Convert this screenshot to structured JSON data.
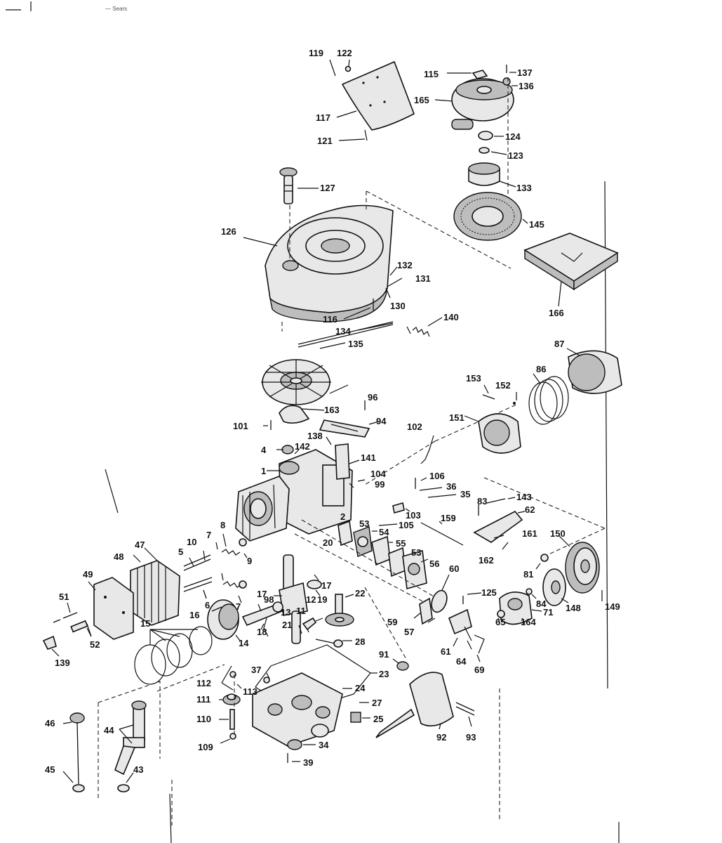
{
  "header": {
    "text": "— Sears"
  },
  "labels": {
    "l119": "119",
    "l122": "122",
    "l117": "117",
    "l121": "121",
    "l115": "115",
    "l137": "137",
    "l136": "136",
    "l165": "165",
    "l124": "124",
    "l123": "123",
    "l133": "133",
    "l145": "145",
    "l166": "166",
    "l127": "127",
    "l126": "126",
    "l132": "132",
    "l131": "131",
    "l130": "130",
    "l116": "116",
    "l134": "134",
    "l135": "135",
    "l140": "140",
    "l87": "87",
    "l86": "86",
    "l153": "153",
    "l152": "152",
    "l151": "151",
    "l96": "96",
    "l163": "163",
    "l101": "101",
    "l94": "94",
    "l4": "4",
    "l142": "142",
    "l138": "138",
    "l141": "141",
    "l102": "102",
    "l1": "1",
    "l104": "104",
    "l99": "99",
    "l106": "106",
    "l36": "36",
    "l35": "35",
    "l83": "83",
    "l143": "143",
    "l62": "62",
    "l103": "103",
    "l105": "105",
    "l159": "159",
    "l53a": "53",
    "l54": "54",
    "l55": "55",
    "l53b": "53",
    "l56": "56",
    "l2": "2",
    "l20": "20",
    "l161": "161",
    "l150": "150",
    "l162": "162",
    "l81": "81",
    "l47": "47",
    "l48": "48",
    "l49": "49",
    "l5": "5",
    "l10": "10",
    "l7a": "7",
    "l8": "8",
    "l9": "9",
    "l6": "6",
    "l7b": "7",
    "l17a": "17",
    "l98": "98",
    "l19": "19",
    "l17b": "17",
    "l60": "60",
    "l125": "125",
    "l84": "84",
    "l148": "148",
    "l149": "149",
    "l71": "71",
    "l51": "51",
    "l13": "13",
    "l12": "12",
    "l22": "22",
    "l11": "11",
    "l21": "21",
    "l16": "16",
    "l18": "18",
    "l59": "59",
    "l57": "57",
    "l61": "61",
    "l64": "64",
    "l65": "65",
    "l164": "164",
    "l69": "69",
    "l52": "52",
    "l15": "15",
    "l14": "14",
    "l139": "139",
    "l28": "28",
    "l91": "91",
    "l37": "37",
    "l23": "23",
    "l24": "24",
    "l112": "112",
    "l113": "113",
    "l111": "111",
    "l27": "27",
    "l25": "25",
    "l110": "110",
    "l109": "109",
    "l34": "34",
    "l39": "39",
    "l92": "92",
    "l93": "93",
    "l46": "46",
    "l44": "44",
    "l45": "45",
    "l43": "43"
  }
}
